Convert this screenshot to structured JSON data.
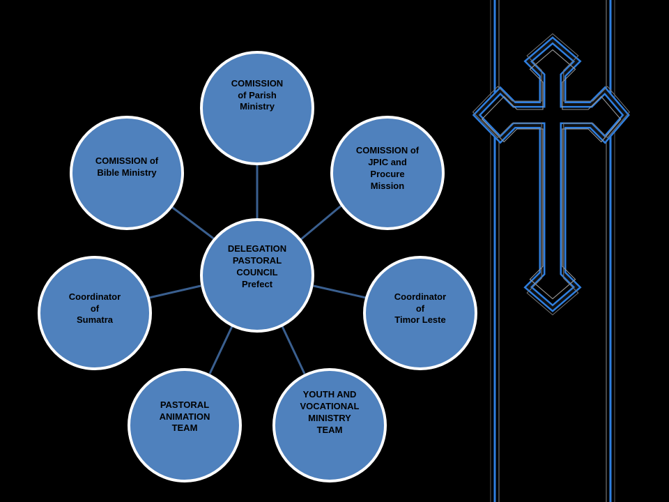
{
  "diagram": {
    "center": {
      "label": "DELEGATION\nPASTORAL\nCOUNCIL\nPrefect"
    },
    "nodes": [
      {
        "id": "parish",
        "label": "COMISSION\nof  Parish\nMinistry"
      },
      {
        "id": "jpic",
        "label": "COMISSION of\nJPIC and\nProcure\nMission"
      },
      {
        "id": "timor",
        "label": "Coordinator\nof\nTimor Leste"
      },
      {
        "id": "youth",
        "label": "YOUTH AND\nVOCATIONAL\nMINISTRY\nTEAM"
      },
      {
        "id": "animation",
        "label": "PASTORAL\nANIMATION\nTEAM"
      },
      {
        "id": "sumatra",
        "label": "Coordinator\nof\nSumatra"
      },
      {
        "id": "bible",
        "label": "COMISSION of\nBible Ministry"
      }
    ]
  },
  "colors": {
    "background": "#000000",
    "node_fill": "#4f81bd",
    "node_border": "#ffffff",
    "connector": "#3a5f8f",
    "cross_glow": "#1e90ff",
    "cross_line": "#9a9a9a"
  },
  "icons": {
    "cross": "cross-icon"
  }
}
